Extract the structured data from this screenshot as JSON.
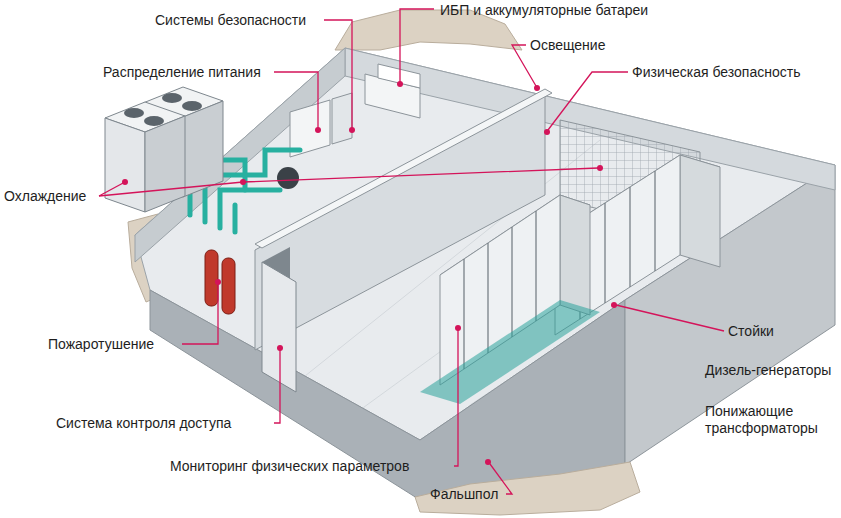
{
  "diagram": {
    "labels": [
      "Системы безопасности",
      "ИБП и аккумуляторные батареи",
      "Освещение",
      "Распределение питания",
      "Физическая безопасность",
      "Охлаждение",
      "Пожаротушение",
      "Стойки",
      "Дизель-генераторы",
      "Понижающие трансформаторы",
      "Система контроля доступа",
      "Мониторинг физических параметров",
      "Фальшпол"
    ]
  }
}
